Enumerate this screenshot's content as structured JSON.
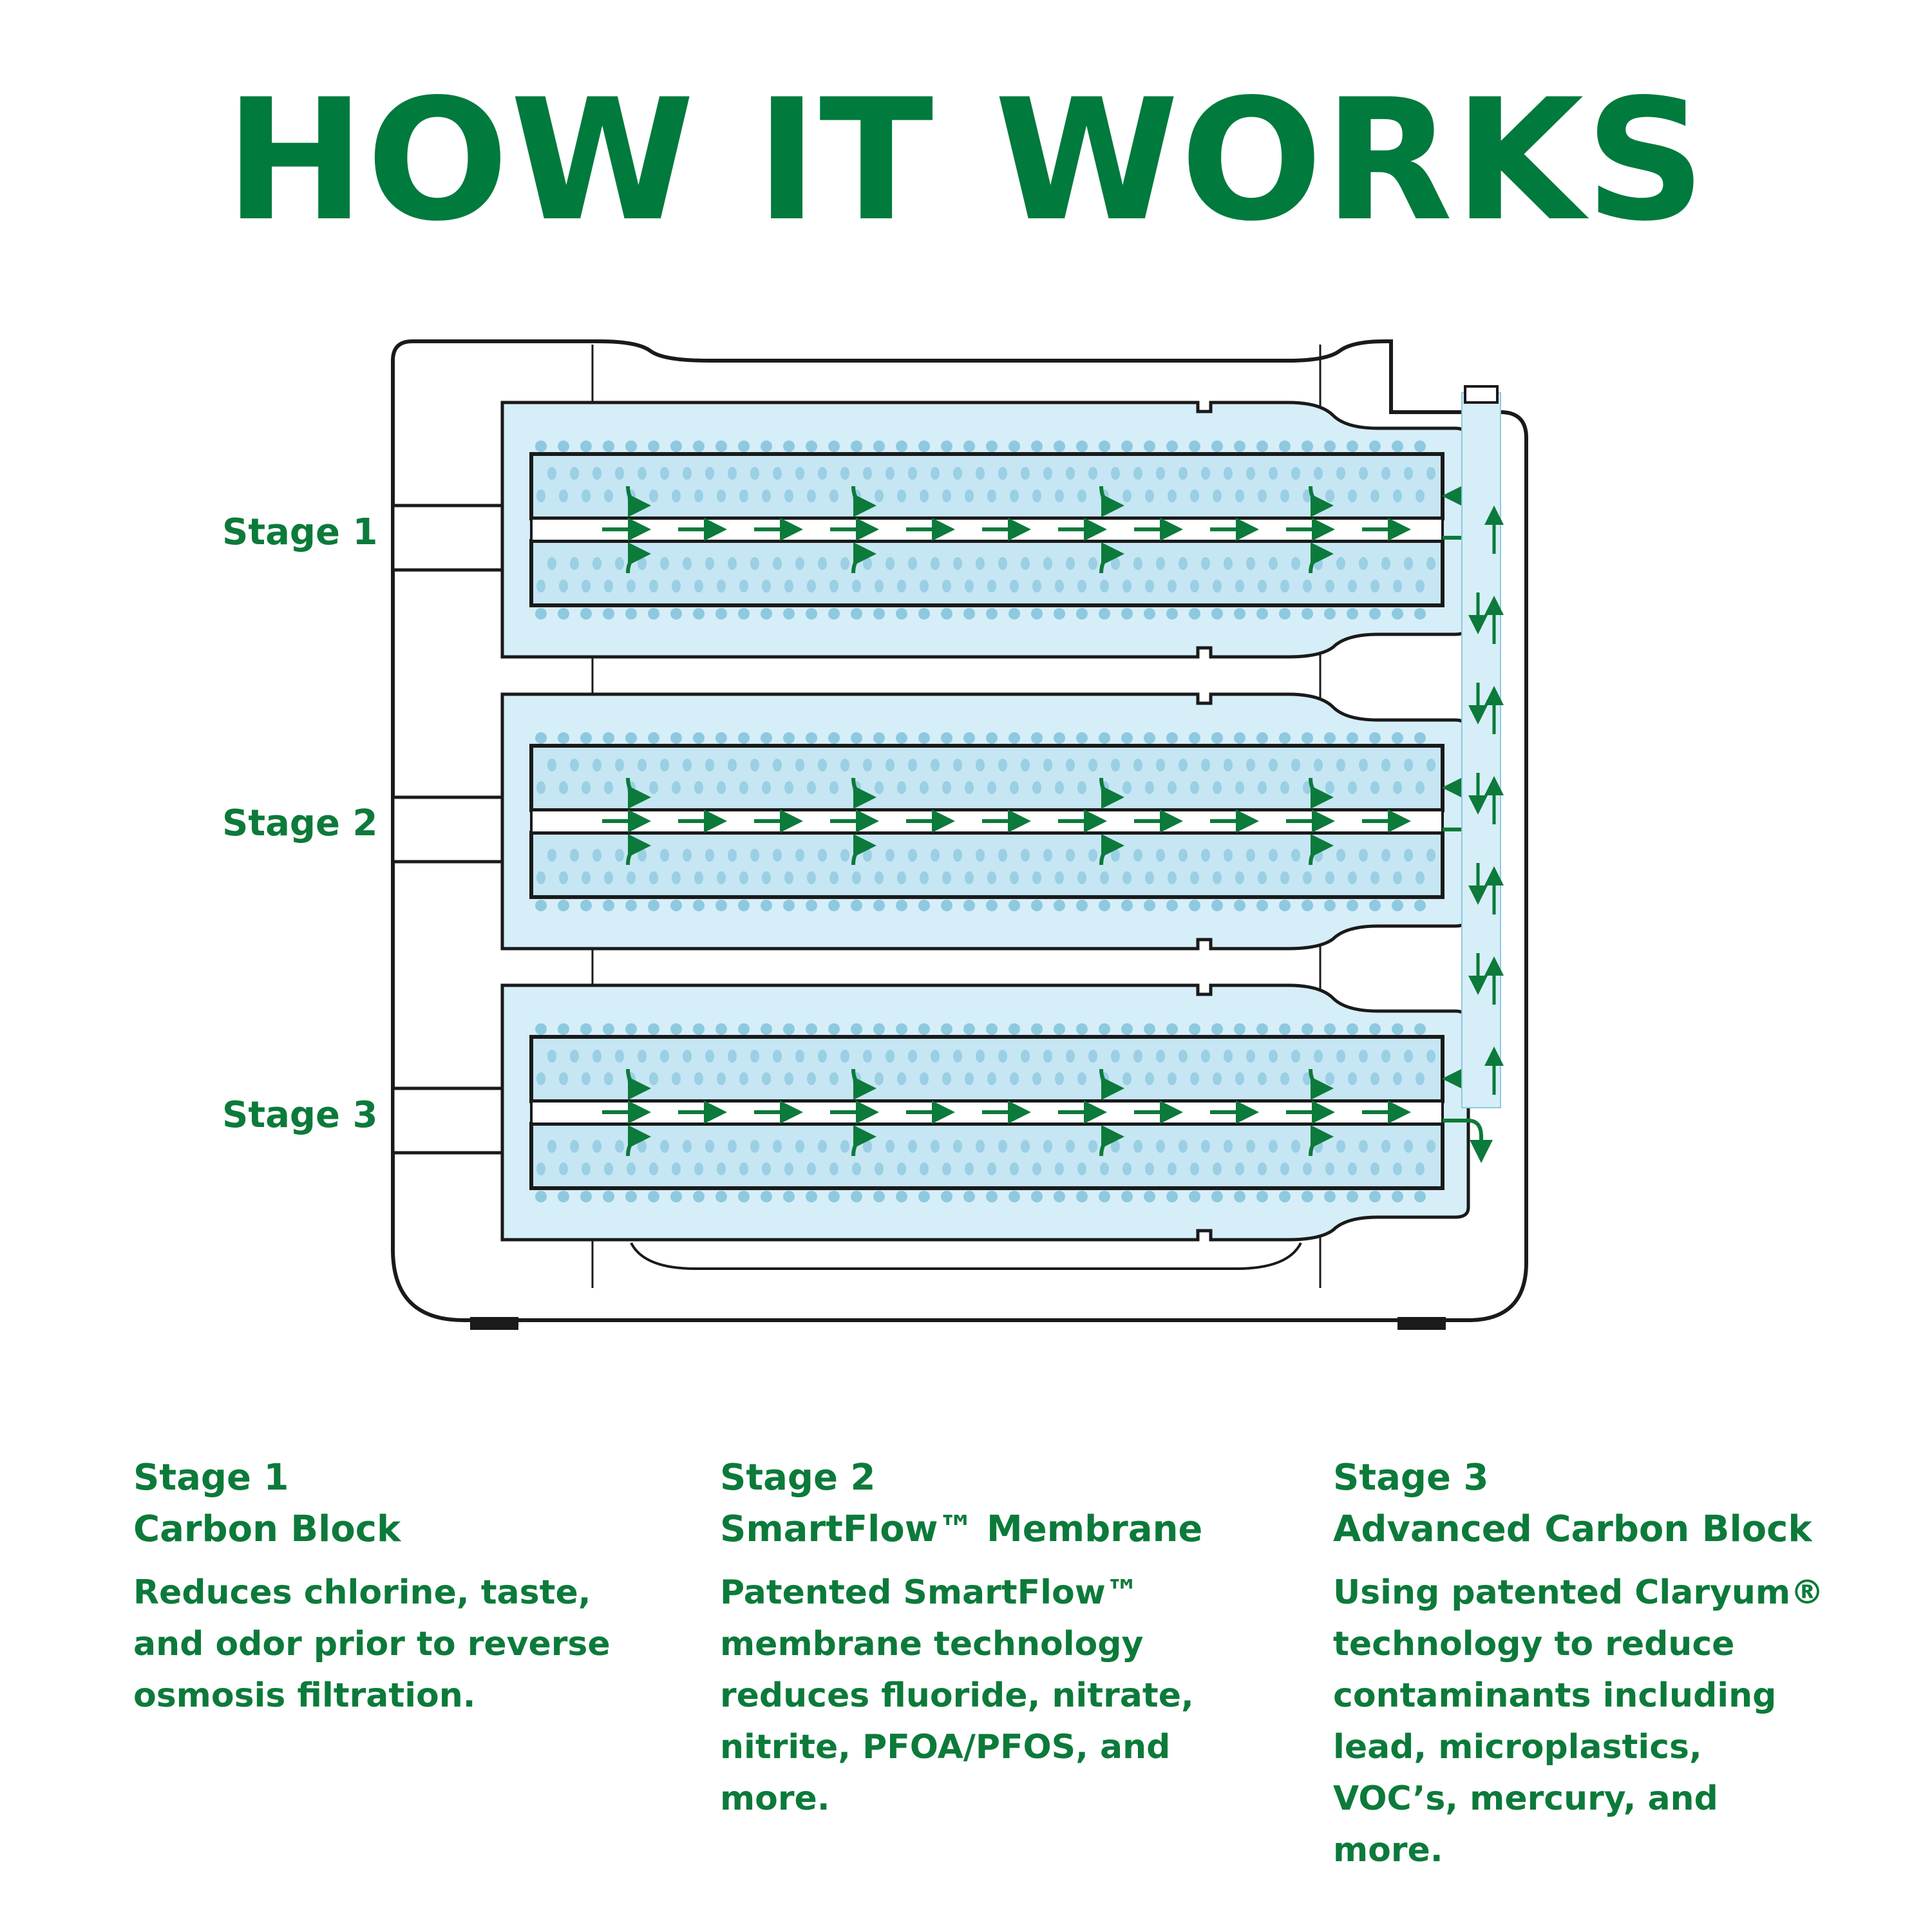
{
  "title": "HOW IT WORKS",
  "diagram": {
    "stage_labels": [
      "Stage 1",
      "Stage 2",
      "Stage 3"
    ]
  },
  "columns": [
    {
      "stage": "Stage 1",
      "name": "Carbon Block",
      "description": "Reduces chlorine, taste, and odor prior to reverse osmosis filtration."
    },
    {
      "stage": "Stage 2",
      "name": "SmartFlow™ Membrane",
      "description": "Patented SmartFlow™ membrane technology reduces fluoride, nitrate, nitrite, PFOA/PFOS, and more."
    },
    {
      "stage": "Stage 3",
      "name": "Advanced Carbon Block",
      "description": "Using patented Claryum® technology to reduce contaminants including lead, microplastics, VOC’s, mercury, and more."
    }
  ],
  "colors": {
    "brand_green": "#007a3d",
    "filter_fill": "#d6eef8",
    "drop_blue": "#8ec9e0",
    "outline": "#1a1a1a"
  }
}
